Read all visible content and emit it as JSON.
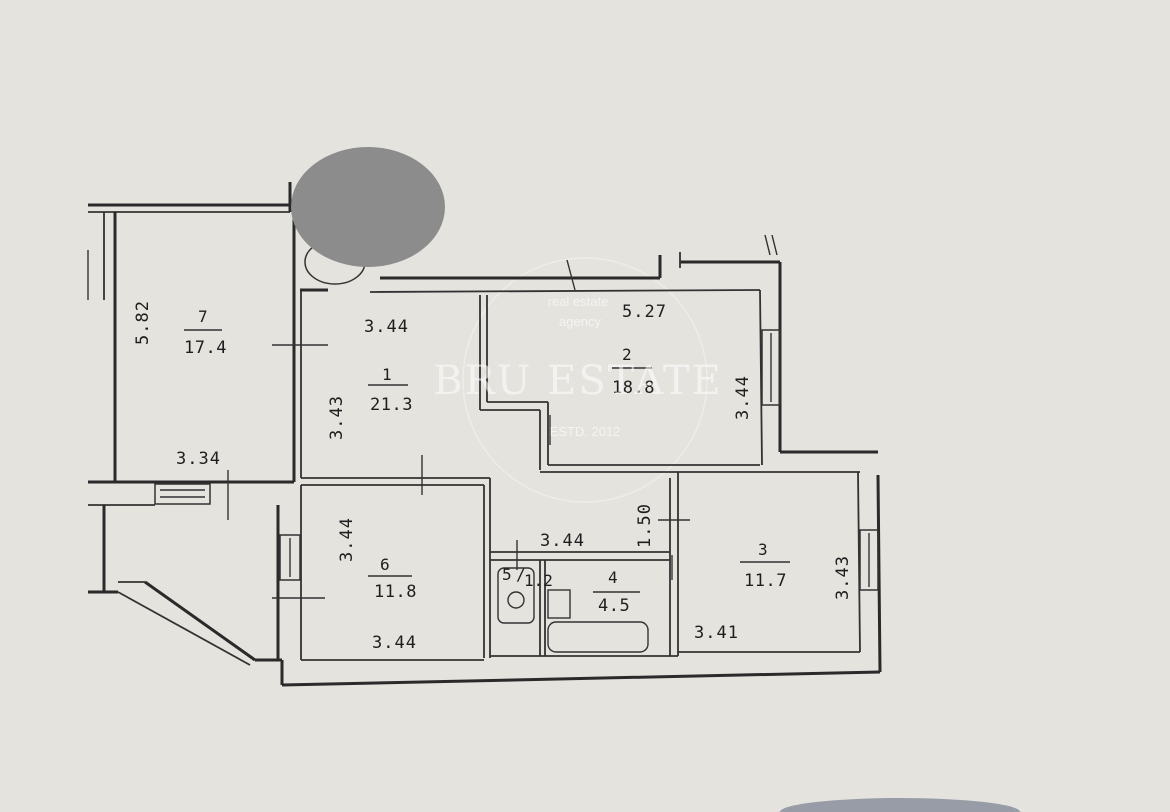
{
  "rooms": [
    {
      "id": "room-7",
      "number": "7",
      "area": "17.4",
      "dims": [
        "5.82",
        "3.34"
      ]
    },
    {
      "id": "room-1",
      "number": "1",
      "area": "21.3",
      "dims": [
        "3.44",
        "3.43"
      ]
    },
    {
      "id": "room-2",
      "number": "2",
      "area": "18.8",
      "dims": [
        "5.27",
        "3.44"
      ]
    },
    {
      "id": "room-6",
      "number": "6",
      "area": "11.8",
      "dims": [
        "3.44",
        "3.44"
      ]
    },
    {
      "id": "room-3",
      "number": "3",
      "area": "11.7",
      "dims": [
        "3.43",
        "3.41"
      ]
    },
    {
      "id": "room-4",
      "number": "4",
      "area": "4.5",
      "dims": []
    },
    {
      "id": "room-5",
      "number": "5",
      "area": "1.2",
      "dims": []
    }
  ],
  "corridor": {
    "dims": [
      "3.44",
      "1.50"
    ]
  },
  "watermark": {
    "brand": "BRU ESTATE",
    "tagline_line1": "real estate",
    "tagline_line2": "agency",
    "established": "ESTD. 2012"
  },
  "colors": {
    "paper": "#e4e3de",
    "ink": "#1e1e1e",
    "redaction": "#8c8c8c"
  }
}
